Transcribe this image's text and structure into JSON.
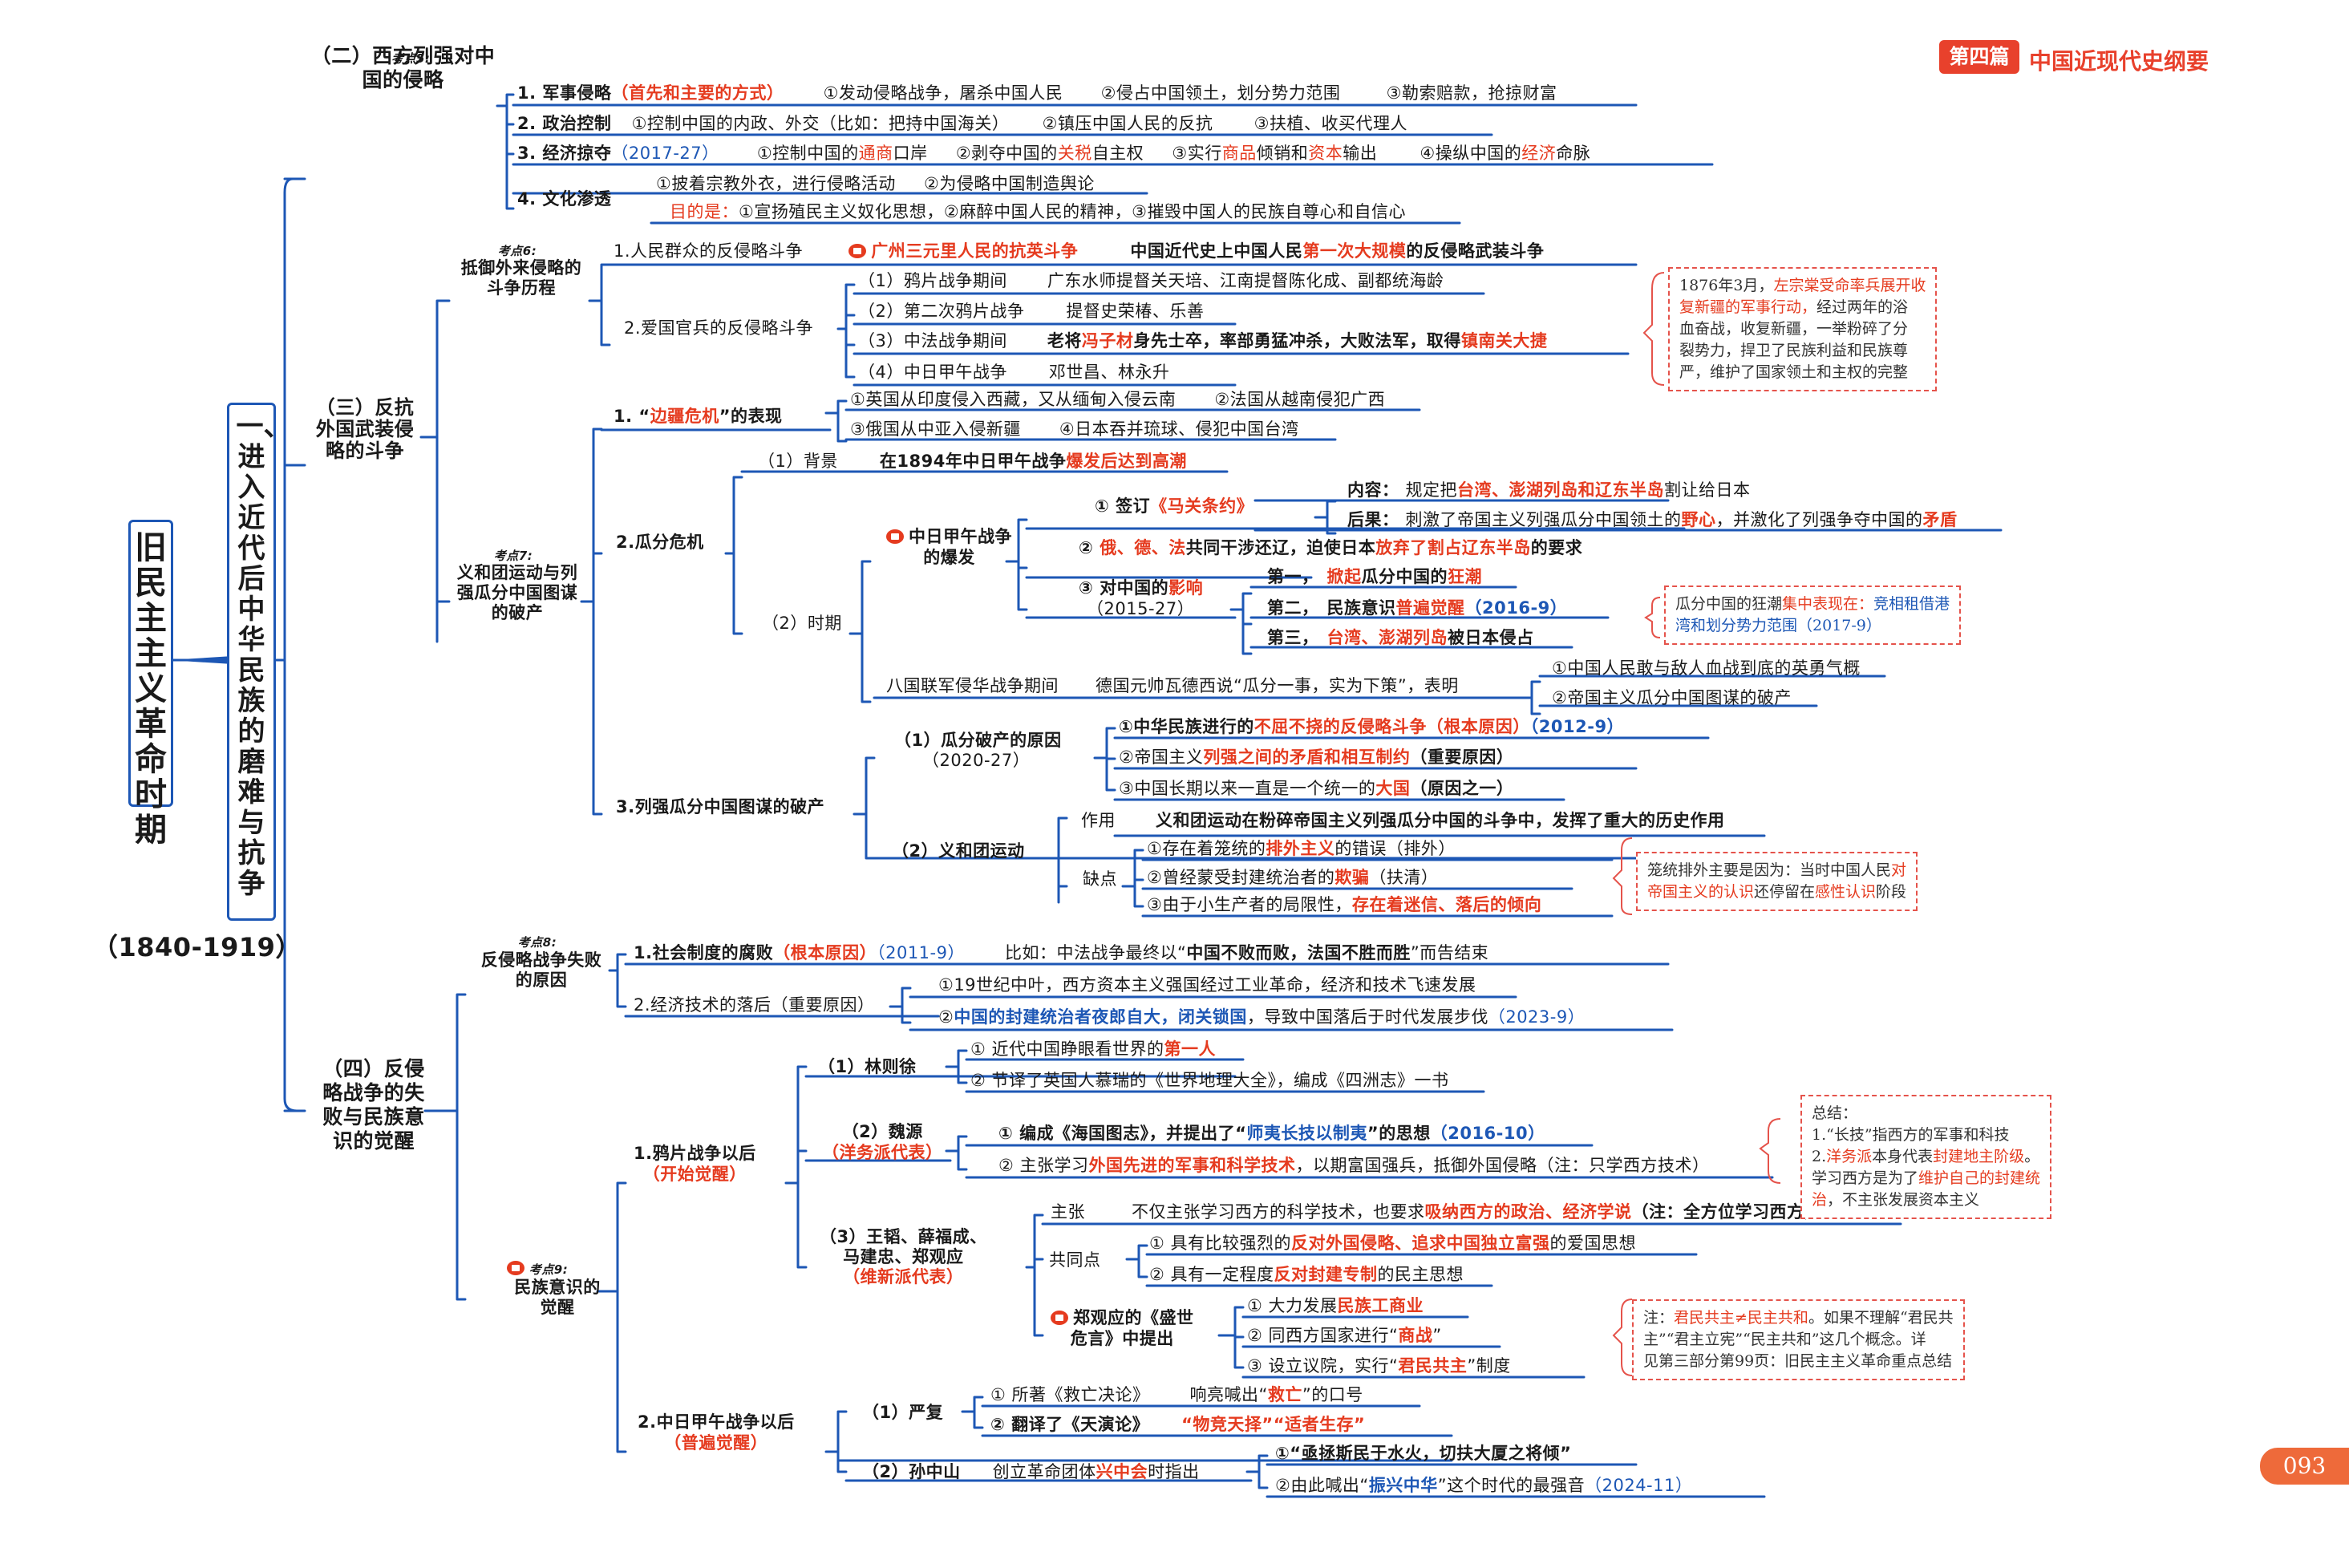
{
  "header": {
    "badge": "第四篇",
    "title": "中国近现代史纲要"
  },
  "page_number": "093",
  "root": {
    "title": "旧民主主义革命时期",
    "period": "（1840-1919）"
  },
  "chapter": {
    "title": "一、进入近代后中华民族的磨难与抗争"
  },
  "s2": {
    "title": "（二）西方列强对中国的侵略",
    "kao": "考点5:",
    "r1": {
      "n": "1. 军事侵略",
      "h": "（首先和主要的方式）",
      "a": "①发动侵略战争，屠杀中国人民",
      "b": "②侵占中国领土，划分势力范围",
      "c": "③勒索赔款，抢掠财富"
    },
    "r2": {
      "n": "2. 政治控制",
      "a": "①控制中国的内政、外交（比如：把持中国海关）",
      "b": "②镇压中国人民的反抗",
      "c": "③扶植、收买代理人"
    },
    "r3": {
      "n": "3. 经济掠夺",
      "h": "（2017-27）",
      "a1": "①控制中国的",
      "a2": "通商",
      "a3": "口岸",
      "b1": "②剥夺中国的",
      "b2": "关税",
      "b3": "自主权",
      "c1": "③实行",
      "c2": "商品",
      "c3": "倾销和",
      "c4": "资本",
      "c5": "输出",
      "d1": "④操纵中国的",
      "d2": "经济",
      "d3": "命脉"
    },
    "r4": {
      "n": "4. 文化渗透",
      "a": "①披着宗教外衣，进行侵略活动",
      "b": "②为侵略中国制造舆论",
      "p": "目的是：",
      "c": "①宣扬殖民主义奴化思想，②麻醉中国人民的精神，③摧毁中国人的民族自尊心和自信心"
    }
  },
  "s3": {
    "title": "（三）反抗外国武装侵略的斗争",
    "k6": {
      "kao": "考点6:",
      "title": "抵御外来侵略的斗争历程",
      "r1": {
        "n": "1.人民群众的反侵略斗争",
        "e": "广州三元里人民的抗英斗争",
        "d1": "中国近代史上中国人民",
        "d2": "第一次大规模",
        "d3": "的反侵略武装斗争"
      },
      "r2": {
        "n": "2.爱国官兵的反侵略斗争",
        "i1": {
          "p": "（1）鸦片战争期间",
          "t": "广东水师提督关天培、江南提督陈化成、副都统海龄"
        },
        "i2": {
          "p": "（2）第二次鸦片战争",
          "t": "提督史荣椿、乐善"
        },
        "i3": {
          "p": "（3）中法战争期间",
          "t1": "老将",
          "t2": "冯子材",
          "t3": "身先士卒，率部勇猛冲杀，大败法军，取得",
          "t4": "镇南关大捷"
        },
        "i4": {
          "p": "（4）中日甲午战争",
          "t": "邓世昌、林永升"
        }
      },
      "note": {
        "l1a": "1876年3月，",
        "l1b": "左宗棠受命率兵展开收",
        "l2": "复新疆的军事行动，",
        "l2b": "经过两年的浴",
        "l3": "血奋战，收复新疆，一举粉碎了分",
        "l4": "裂势力，捍卫了民族利益和民族尊",
        "l5": "严，维护了国家领土和主权的完整"
      }
    },
    "k7": {
      "kao": "考点7:",
      "title": "义和团运动与列强瓜分中国图谋的破产",
      "r1": {
        "n1": "1. “",
        "n2": "边疆危机",
        "n3": "”的表现",
        "a": "①英国从印度侵入西藏，又从缅甸入侵云南",
        "b": "②法国从越南侵犯广西",
        "c": "③俄国从中亚入侵新疆",
        "d": "④日本吞并琉球、侵犯中国台湾"
      },
      "r2": {
        "n": "2.瓜分危机",
        "bg": "（1）背景",
        "bgt1": "在1894年中日甲午战争",
        "bgt2": "爆发后达到高潮",
        "shi": "（2）时期",
        "war1": "中日甲午战争",
        "war2": "的爆发",
        "m1": {
          "a": "①  签订",
          "b": "《马关条约》",
          "c1": "内容：",
          "c2": "规定把",
          "c3": "台湾、澎湖列岛和辽东半岛",
          "c4": "割让给日本",
          "d1": "后果：",
          "d2": "刺激了帝国主义列强瓜分中国领土的",
          "d3": "野心",
          "d4": "，并激化了列强争夺中国的",
          "d5": "矛盾"
        },
        "m2": {
          "a": "②",
          "b": "俄、德、法",
          "c": "共同干涉还辽，迫使日本",
          "d": "放弃了割占辽东半岛",
          "e": "的要求"
        },
        "m3": {
          "a": "③ 对中国的",
          "b": "影响",
          "h": "（2015-27）",
          "x1a": "第一，",
          "x1b": "掀起",
          "x1c": "瓜分中国的",
          "x1d": "狂潮",
          "x2a": "第二，",
          "x2b": "民族意识",
          "x2c": "普遍觉醒",
          "x2d": "（2016-9）",
          "x3a": "第三，",
          "x3b": "台湾、澎湖列岛",
          "x3c": "被日本侵占"
        },
        "note": {
          "l1a": "瓜分中国的狂潮",
          "l1b": "集中表现在：",
          "l1c": "竞相租借港",
          "l2a": "湾和划分势力范围",
          "l2b": "（2017-9）"
        },
        "bx": {
          "a": "八国联军侵华战争期间",
          "b": "德国元帅瓦德西说“瓜分一事，实为下策”，表明",
          "c": "①中国人民敢与敌人血战到底的英勇气概",
          "d": "②帝国主义瓜分中国图谋的破产"
        }
      },
      "r3": {
        "n": "3.列强瓜分中国图谋的破产",
        "y": {
          "p": "（1）瓜分破产的原因",
          "h": "（2020-27）",
          "a1": "①中华民族进行的",
          "a2": "不屈不挠的反侵略斗争",
          "a3": "（根本原因）",
          "a4": "（2012-9）",
          "b1": "②帝国主义",
          "b2": "列强之间的矛盾和相互制约",
          "b3": "（重要原因）",
          "c1": "③中国长期以来一直是一个统一的",
          "c2": "大国",
          "c3": "（原因之一）"
        },
        "h": {
          "p": "（2）义和团运动",
          "zl": "作用",
          "z": "义和团运动在粉碎帝国主义列强瓜分中国的斗争中，发挥了重大的历史作用",
          "ql": "缺点",
          "a1": "①存在着笼统的",
          "a2": "排外主义",
          "a3": "的错误（排外）",
          "b1": "②曾经蒙受封建统治者的",
          "b2": "欺骗",
          "b3": "（扶清）",
          "c1": "③由于小生产者的局限性，",
          "c2": "存在着迷信、落后的倾向"
        },
        "note": {
          "l1a": "笼统排外主要是因为：当时中国人民",
          "l1b": "对",
          "l2a": "帝国主义的认识",
          "l2b": "还停留在",
          "l2c": "感性认识",
          "l2d": "阶段"
        }
      }
    }
  },
  "s4": {
    "title": "（四）反侵略战争的失败与民族意识的觉醒",
    "k8": {
      "kao": "考点8:",
      "title": "反侵略战争失败的原因",
      "r1": {
        "a": "1.社会制度的腐败",
        "b": "（根本原因）",
        "c": "（2011-9）",
        "d1": "比如：中法战争最终以“",
        "d2": "中国不败而败，法国不胜而胜",
        "d3": "”而告结束"
      },
      "r2": {
        "a": "2.经济技术的落后（重要原因）",
        "b": "①19世纪中叶，西方资本主义强国经过工业革命，经济和技术飞速发展",
        "c1": "②",
        "c2": "中国的封建统治者夜郎自大，闭关锁国",
        "c3": "，导致中国落后于时代发展步伐",
        "c4": "（2023-9）"
      }
    },
    "k9": {
      "kao": "考点9:",
      "title": "民族意识的觉醒",
      "o1": {
        "n": "1.鸦片战争以后",
        "h": "（开始觉醒）",
        "lin": {
          "p": "（1）林则徐",
          "a1": "① 近代中国睁眼看世界的",
          "a2": "第一人",
          "b": "② 节译了英国人慕瑞的《世界地理大全》，编成《四洲志》一书"
        },
        "wei": {
          "p": "（2）魏源",
          "h": "（洋务派代表）",
          "a1": "① 编成《海国图志》，并提出了“",
          "a2": "师夷长技以制夷",
          "a3": "”的思想",
          "a4": "（2016-10）",
          "b1": "② 主张学习",
          "b2": "外国先进的军事和科学技术",
          "b3": "，以期富国强兵，抵御外国侵略（注：只学西方技术）"
        },
        "wang": {
          "p1": "（3）王韬、薛福成、",
          "p2": "马建忠、郑观应",
          "h": "（维新派代表）",
          "zl": "主张",
          "z1": "不仅主张学习西方的科学技术，也要求",
          "z2": "吸纳西方的政治、经济学说",
          "z3": "（注：全方位学习西方）",
          "gl": "共同点",
          "g1a": "① 具有比较强烈的",
          "g1b": "反对外国侵略、追求中国独立富强",
          "g1c": "的爱国思想",
          "g2a": "② 具有一定程度",
          "g2b": "反对封建专制",
          "g2c": "的民主思想",
          "zh1": "郑观应的《盛世",
          "zh2": "危言》中提出",
          "x1a": "① 大力发展",
          "x1b": "民族工商业",
          "x2a": "② 同西方国家进行“",
          "x2b": "商战",
          "x2c": "”",
          "x3a": "③ 设立议院，实行“",
          "x3b": "君民共主",
          "x3c": "”制度"
        }
      },
      "o2": {
        "n": "2.中日甲午战争以后",
        "h": "（普遍觉醒）",
        "yan": {
          "p": "（1）严复",
          "a1": "① 所著《救亡决论》",
          "a2": "响亮喊出“",
          "a3": "救亡",
          "a4": "”的口号",
          "b1": "② 翻译了《天演论》",
          "b2": "“物竞天择”“适者生存”"
        },
        "sun": {
          "p": "（2）孙中山",
          "t1": "创立革命团体",
          "t2": "兴中会",
          "t3": "时指出",
          "a": "①“亟拯斯民于水火，切扶大厦之将倾”",
          "b1": "②由此喊出“",
          "b2": "振兴中华",
          "b3": "”这个时代的最强音",
          "b4": "（2024-11）"
        }
      },
      "note1": {
        "l1": "总结：",
        "l2": "1.“长技”指西方的军事和科技",
        "l3a": "2.",
        "l3b": "洋务派",
        "l3c": "本身代表",
        "l3d": "封建地主阶级",
        "l3e": "。",
        "l4a": "学习西方是为了",
        "l4b": "维护自己的封建统",
        "l5a": "治",
        "l5b": "，不主张发展资本主义"
      },
      "note2": {
        "l1a": "注：",
        "l1b": "君民共主≠民主共和",
        "l1c": "。如果不理解“君民共",
        "l2": "主”“君主立宪”“民主共和”这几个概念。详",
        "l3": "见第三部分第99页：旧民主主义革命重点总结"
      }
    }
  }
}
